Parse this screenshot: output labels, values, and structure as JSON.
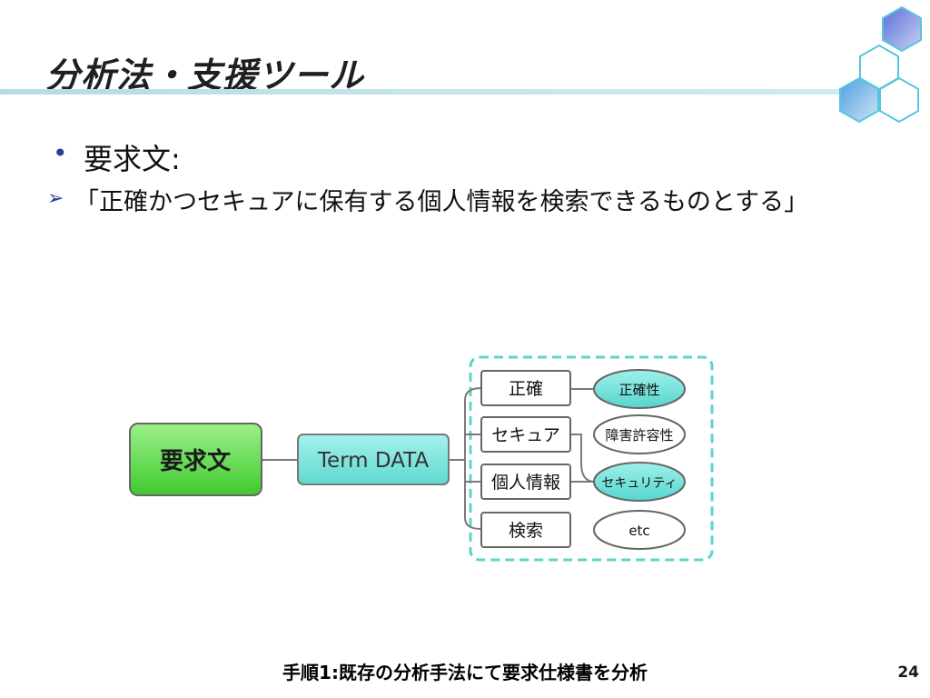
{
  "title": "分析法・支援ツール",
  "bullets": {
    "main": "要求文:",
    "sub": "「正確かつセキュアに保有する個人情報を検索できるものとする」"
  },
  "diagram": {
    "root": "要求文",
    "term": "Term DATA",
    "items": [
      "正確",
      "セキュア",
      "個人情報",
      "検索"
    ],
    "attributes": [
      "正確性",
      "障害許容性",
      "セキュリティ",
      "etc"
    ]
  },
  "colors": {
    "root_green": "#4ccf3a",
    "term_cyan": "#7be4de",
    "attr_highlight": "#6fe0d8",
    "group_border": "#5fd4cc",
    "accent_blue": "#2a3f96"
  },
  "icons": {
    "bullet": "bullet-dot-icon",
    "arrow": "arrowhead-bullet-icon",
    "decoration": "hexagon-cluster-icon"
  },
  "footer": {
    "note": "手順1:既存の分析手法にて要求仕様書を分析",
    "page": "24"
  }
}
